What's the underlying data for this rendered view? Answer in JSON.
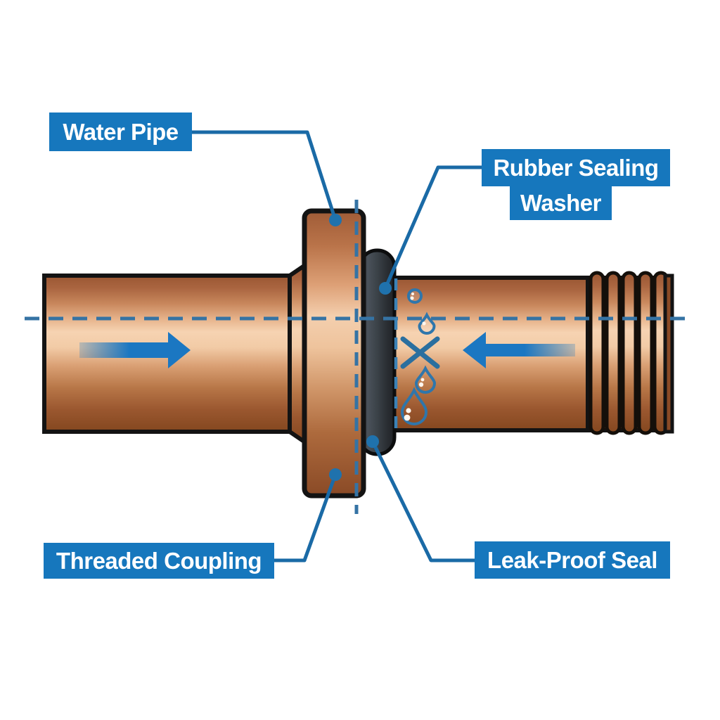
{
  "labels": {
    "water_pipe": "Water Pipe",
    "rubber_sealing_line1": "Rubber Sealing",
    "rubber_sealing_line2": "Washer",
    "threaded_coupling": "Threaded Coupling",
    "leak_proof_seal": "Leak-Proof Seal"
  },
  "icons": {
    "no_leak_x": "x-mark-over-drips",
    "drop_small_circle": "water-droplet-bubble",
    "drop_medium": "water-droplet",
    "drop_large": "water-droplet",
    "flow_left_pipe": "arrow-right",
    "flow_right_pipe": "arrow-left"
  },
  "colors": {
    "label_bg": "#1677bd",
    "label_text": "#ffffff",
    "leader_line": "#1a6aa6",
    "arrow_blue": "#1b77c2",
    "dashed_blue": "#3573a4",
    "drop_outline": "#2f76ab",
    "copper_highlight": "#f6d3b2",
    "copper_dark": "#8a4a26",
    "washer_gray": "#32383f",
    "outline_black": "#131313"
  }
}
